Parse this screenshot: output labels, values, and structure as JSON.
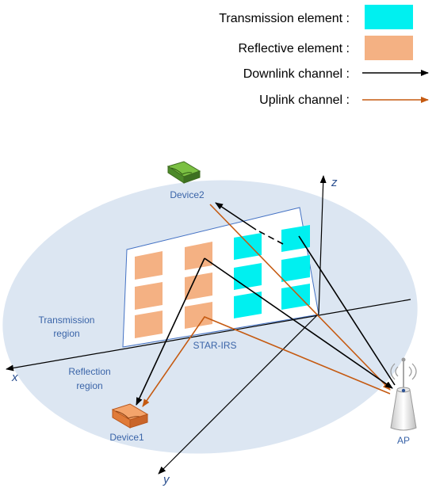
{
  "legend": {
    "transmission_label": "Transmission element :",
    "reflective_label": "Reflective element :",
    "downlink_label": "Downlink channel :",
    "uplink_label": "Uplink channel :"
  },
  "labels": {
    "device2": "Device2",
    "device1": "Device1",
    "ap": "AP",
    "star_irs": "STAR-IRS",
    "transmission_region_line1": "Transmission",
    "transmission_region_line2": "region",
    "reflection_region_line1": "Reflection",
    "reflection_region_line2": "region"
  },
  "axes": {
    "x": "x",
    "y": "y",
    "z": "z"
  },
  "colors": {
    "transmission_element": "#00f0f0",
    "reflective_element": "#f4b183",
    "downlink": "#000000",
    "uplink": "#c55a11",
    "region": "#dce6f2",
    "panel_border": "#4472c4",
    "label_blue": "#3a64a8"
  },
  "icons": {
    "device2": "device-green-icon",
    "device1": "device-orange-icon",
    "ap": "access-point-antenna-icon"
  }
}
